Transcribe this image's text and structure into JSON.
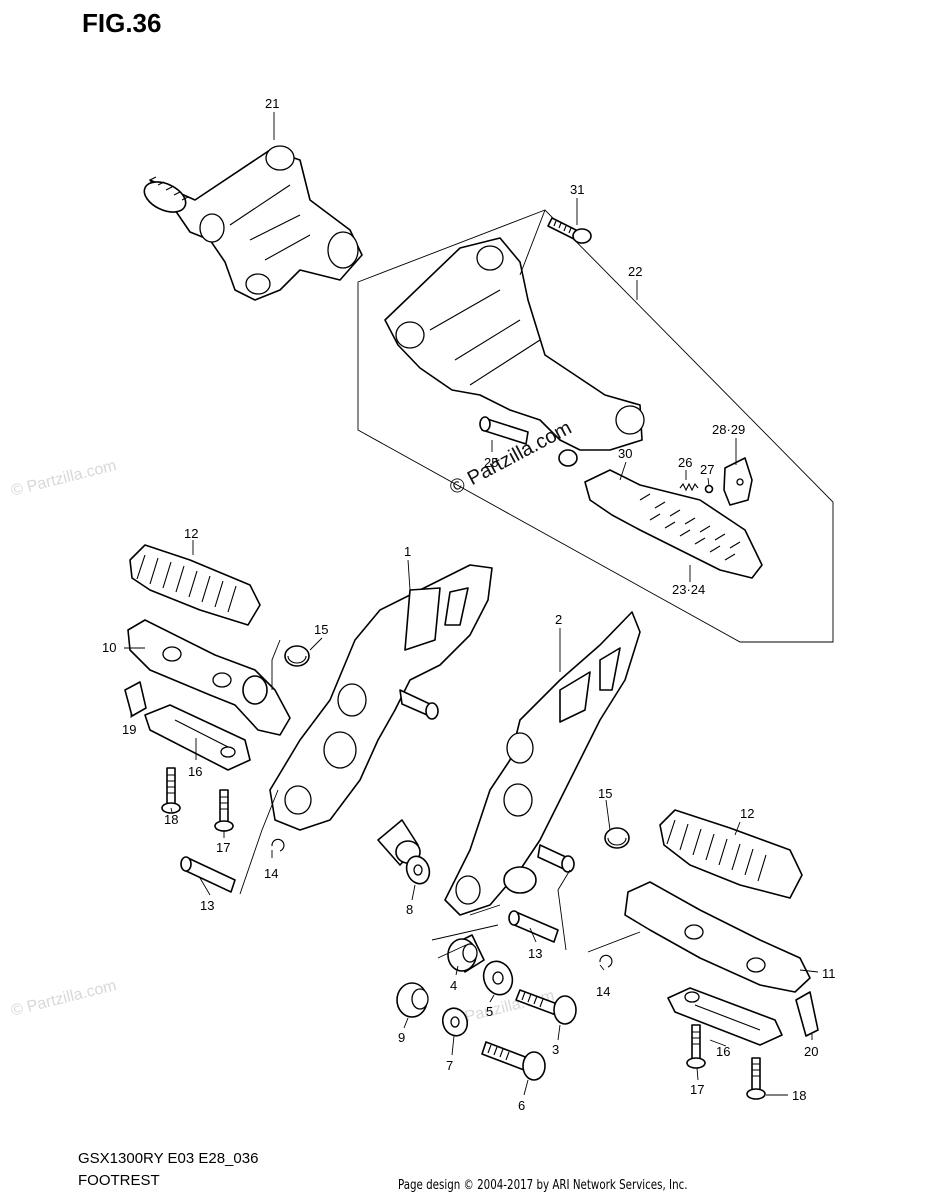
{
  "figure": {
    "title": "FIG.36",
    "model": "GSX1300RY E03 E28_036",
    "section": "FOOTREST",
    "footer": "Page design © 2004-2017 by ARI Network Services, Inc."
  },
  "watermark": {
    "main": "© Partzilla.com",
    "faint": "© Partzilla.com"
  },
  "callouts": {
    "c1": "1",
    "c2": "2",
    "c3": "3",
    "c4": "4",
    "c5": "5",
    "c6": "6",
    "c7": "7",
    "c8": "8",
    "c9": "9",
    "c10": "10",
    "c11": "11",
    "c12a": "12",
    "c12b": "12",
    "c13a": "13",
    "c13b": "13",
    "c14a": "14",
    "c14b": "14",
    "c15a": "15",
    "c15b": "15",
    "c16a": "16",
    "c16b": "16",
    "c17a": "17",
    "c17b": "17",
    "c18a": "18",
    "c18b": "18",
    "c19": "19",
    "c20": "20",
    "c21": "21",
    "c22": "22",
    "c2324": "23·24",
    "c25": "25",
    "c26": "26",
    "c27": "27",
    "c2829": "28·29",
    "c30": "30",
    "c31": "31"
  }
}
